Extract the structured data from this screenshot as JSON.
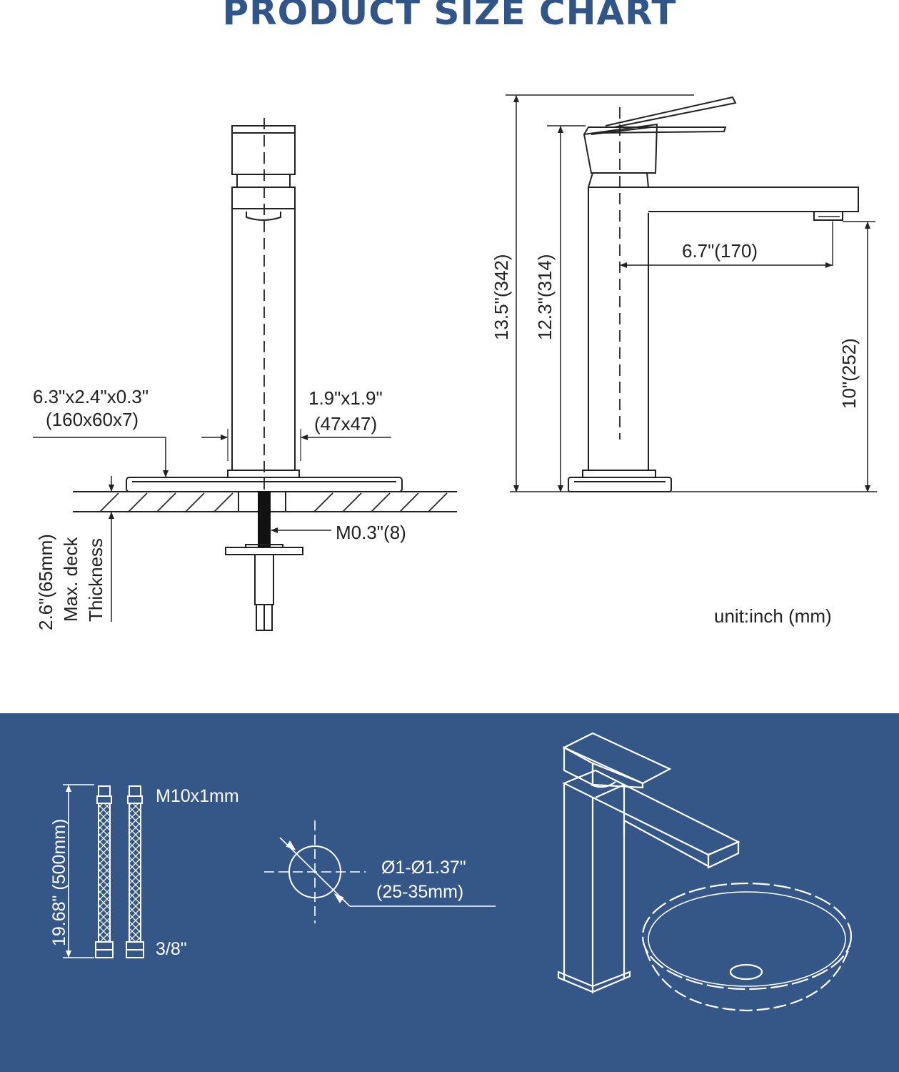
{
  "title": "PRODUCT SIZE CHART",
  "colors": {
    "title": "#2f5589",
    "panel": "#345788",
    "line": "#222222",
    "panel_line": "#ffffff"
  },
  "front_view": {
    "plate_size": "6.3\"x2.4\"x0.3\"",
    "plate_size_mm": "(160x60x7)",
    "body_size": "1.9\"x1.9\"",
    "body_size_mm": "(47x47)",
    "thread": "M0.3\"(8)",
    "deck_thickness": "2.6\"(65mm)",
    "deck_line1": "Max. deck",
    "deck_line2": "Thickness"
  },
  "side_view": {
    "total_height": "13.5\"(342)",
    "body_height": "12.3\"(314)",
    "reach": "6.7\"(170)",
    "spout_height": "10\"(252)"
  },
  "unit_note": "unit:inch (mm)",
  "hoses": {
    "length": "19.68\"  (500mm)",
    "top_thread": "M10x1mm",
    "bottom_thread": "3/8\""
  },
  "hole": {
    "diameter": "Ø1-Ø1.37\"",
    "diameter_mm": "(25-35mm)"
  }
}
